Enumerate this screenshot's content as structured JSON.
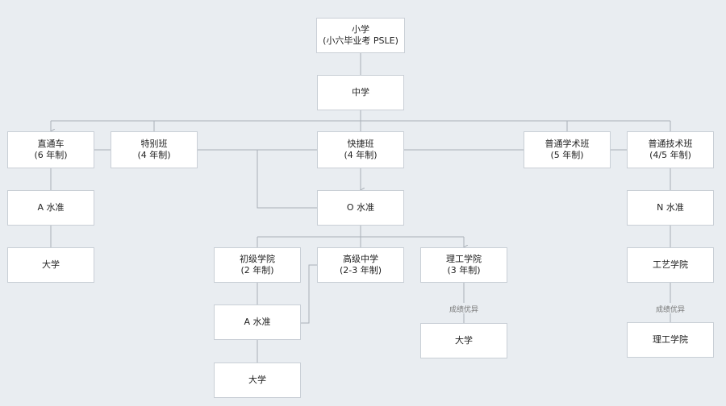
{
  "nodes": {
    "primary": {
      "line1": "小学",
      "line2": "(小六毕业考 PSLE)"
    },
    "secondary": {
      "line1": "中学"
    },
    "ip": {
      "line1": "直通车",
      "line2": "(6 年制)"
    },
    "sp": {
      "line1": "特别班",
      "line2": "(4 年制)"
    },
    "exp": {
      "line1": "快捷班",
      "line2": "(4 年制)"
    },
    "na": {
      "line1": "普通学术班",
      "line2": "(5 年制)"
    },
    "nt": {
      "line1": "普通技术班",
      "line2": "(4/5 年制)"
    },
    "ip_a": {
      "line1": "A 水准"
    },
    "uni1": {
      "line1": "大学"
    },
    "o": {
      "line1": "O 水准"
    },
    "n": {
      "line1": "N 水准"
    },
    "jc": {
      "line1": "初级学院",
      "line2": "(2 年制)"
    },
    "hs": {
      "line1": "高级中学",
      "line2": "(2-3 年制)"
    },
    "poly": {
      "line1": "理工学院",
      "line2": "(3 年制)"
    },
    "ite": {
      "line1": "工艺学院"
    },
    "a2": {
      "line1": "A 水准"
    },
    "uni2": {
      "line1": "大学"
    },
    "uni3": {
      "line1": "大学"
    },
    "poly2": {
      "line1": "理工学院"
    }
  },
  "notes": {
    "poly_merit": "成绩优异",
    "ite_merit": "成绩优异"
  }
}
